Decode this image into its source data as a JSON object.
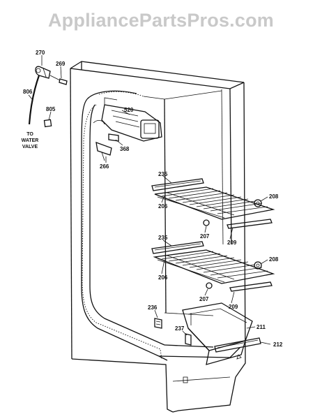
{
  "watermark": "AppliancePartsPros.com",
  "note": {
    "line1": "TO",
    "line2": "WATER",
    "line3": "VALVE"
  },
  "callouts": {
    "c270": "270",
    "c269": "269",
    "c806": "806",
    "c805": "805",
    "c520": "520",
    "c368": "368",
    "c266": "266",
    "c235a": "235",
    "c206a": "206",
    "c208a": "208",
    "c207a": "207",
    "c209a": "209",
    "c235b": "235",
    "c206b": "206",
    "c208b": "208",
    "c207b": "207",
    "c209b": "209",
    "c236": "236",
    "c211": "211",
    "c237": "237",
    "c212": "212"
  }
}
